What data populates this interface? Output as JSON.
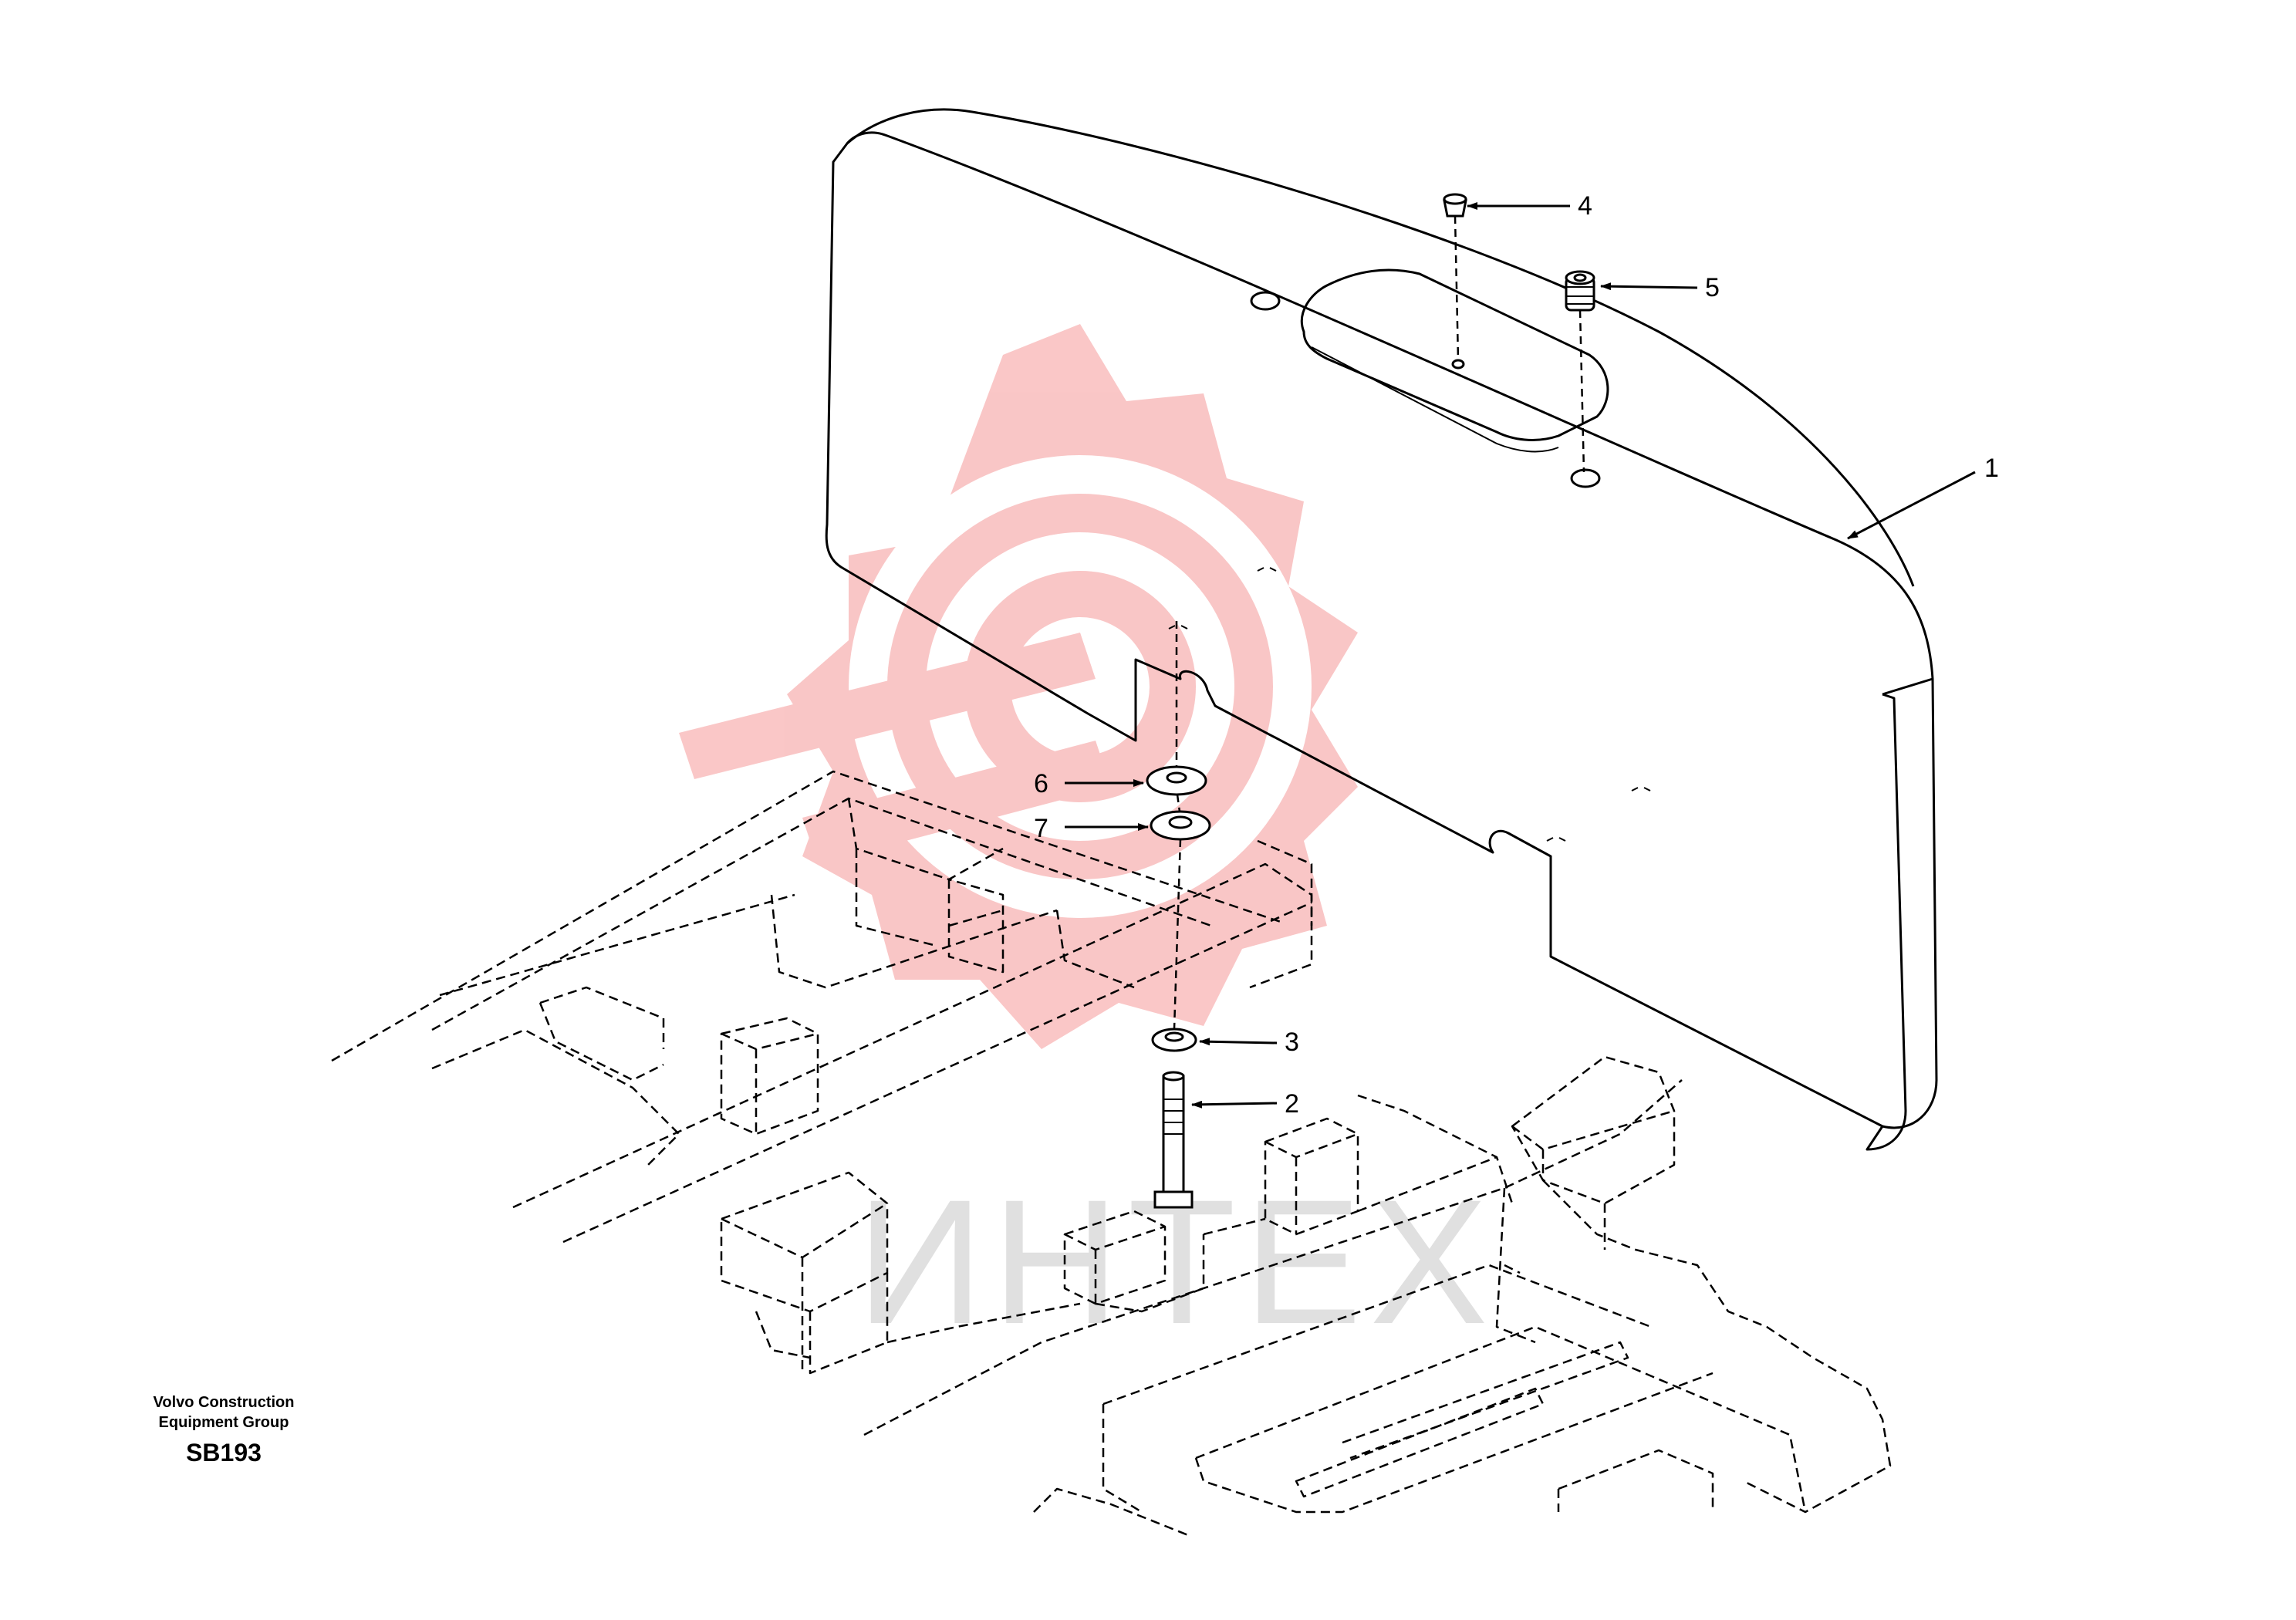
{
  "diagram": {
    "callouts": [
      "1",
      "2",
      "3",
      "4",
      "5",
      "6",
      "7"
    ]
  },
  "watermark": {
    "text": "ИНТЕХ",
    "color": "#f5a0a0"
  },
  "footer": {
    "company_line1": "Volvo Construction",
    "company_line2": "Equipment Group",
    "code": "SB193"
  }
}
